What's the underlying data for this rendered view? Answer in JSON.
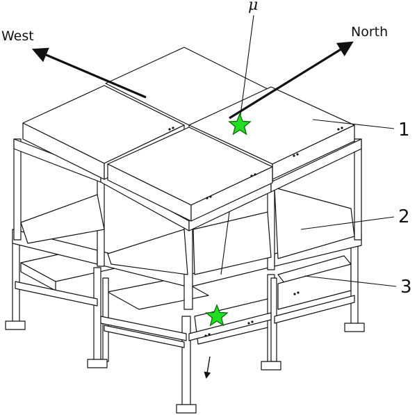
{
  "labels": {
    "west": "West",
    "north": "North",
    "mu": "μ",
    "item1": "1",
    "item2": "2",
    "item3": "3"
  },
  "colors": {
    "line": "#111111",
    "star_fill": "#22dd22",
    "star_stroke": "#0a6a0a"
  },
  "icons": [
    "west-arrow",
    "north-arrow",
    "star-marker",
    "down-arrow"
  ]
}
